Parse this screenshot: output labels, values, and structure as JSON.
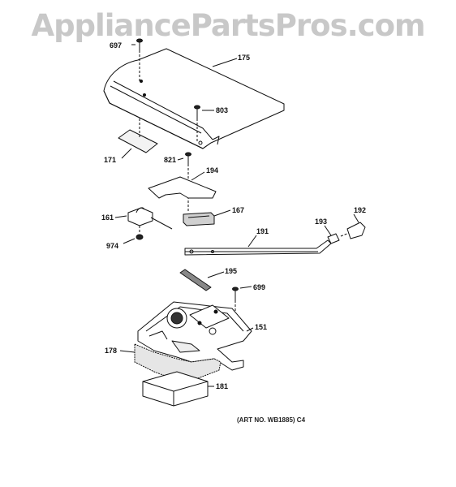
{
  "watermark": "AppliancePartsPros.com",
  "callouts": [
    {
      "id": "697",
      "text": "697"
    },
    {
      "id": "175",
      "text": "175"
    },
    {
      "id": "803",
      "text": "803"
    },
    {
      "id": "171",
      "text": "171"
    },
    {
      "id": "821",
      "text": "821"
    },
    {
      "id": "194",
      "text": "194"
    },
    {
      "id": "161",
      "text": "161"
    },
    {
      "id": "167",
      "text": "167"
    },
    {
      "id": "192",
      "text": "192"
    },
    {
      "id": "193",
      "text": "193"
    },
    {
      "id": "191",
      "text": "191"
    },
    {
      "id": "974",
      "text": "974"
    },
    {
      "id": "195",
      "text": "195"
    },
    {
      "id": "699",
      "text": "699"
    },
    {
      "id": "151",
      "text": "151"
    },
    {
      "id": "178",
      "text": "178"
    },
    {
      "id": "181",
      "text": "181"
    }
  ],
  "art_number": "(ART NO. WB1885) C4"
}
